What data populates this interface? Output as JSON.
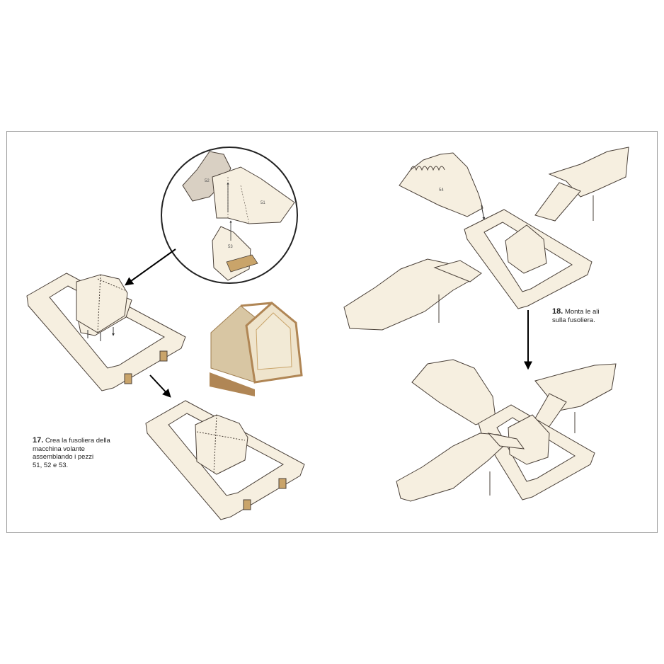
{
  "steps": [
    {
      "number": "17.",
      "lines": [
        "Crea la fusoliera della",
        "macchina volante",
        "assemblando i pezzi",
        "51, 52 e 53."
      ]
    },
    {
      "number": "18.",
      "lines": [
        "Monta le ali",
        "sulla fusoliera."
      ]
    }
  ],
  "part_labels": {
    "p51": "51",
    "p52": "52",
    "p53": "53",
    "p54": "54"
  },
  "colors": {
    "paper": "#f6efe0",
    "outline": "#4a4038",
    "wood": "#c9a46a",
    "frame": "#9a9a9a"
  }
}
